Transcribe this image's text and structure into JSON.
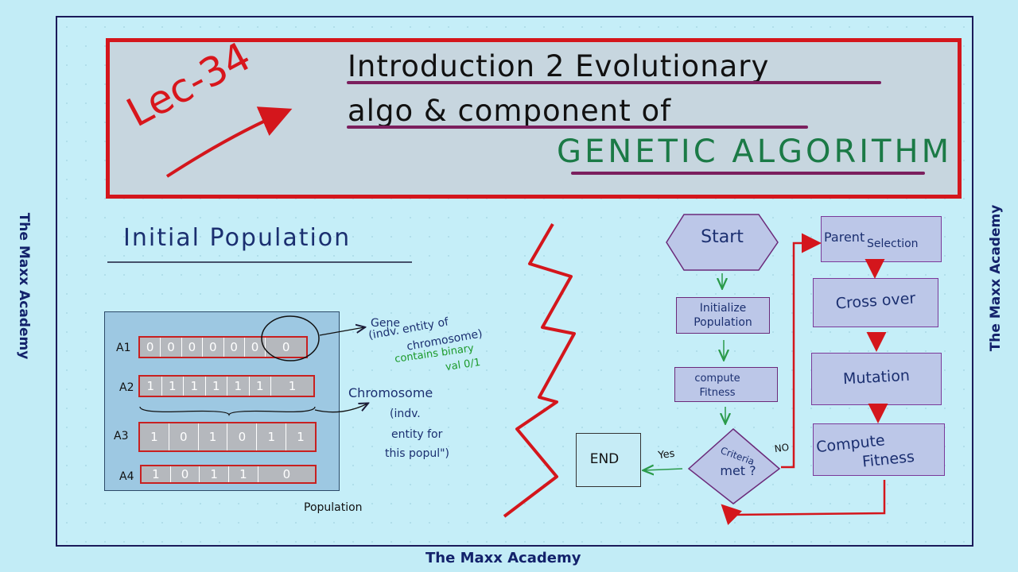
{
  "title": {
    "line1": "Introduction 2 Evolutionary",
    "line2": "algo & component of",
    "line3": "GENETIC ALGORITHM",
    "lecture": "Lec-34"
  },
  "watermark": "The Maxx Academy",
  "left": {
    "heading": "Initial Population",
    "rows": [
      {
        "label": "A1",
        "genes": [
          "0",
          "0",
          "0",
          "0",
          "0",
          "0",
          "0"
        ]
      },
      {
        "label": "A2",
        "genes": [
          "1",
          "1",
          "1",
          "1",
          "1",
          "1",
          "1"
        ]
      },
      {
        "label": "A3",
        "genes": [
          "1",
          "0",
          "1",
          "0",
          "1",
          "1"
        ]
      },
      {
        "label": "A4",
        "genes": [
          "1",
          "0",
          "1",
          "1",
          "0"
        ]
      }
    ],
    "gene_note": [
      "Gene",
      "(indv. entity of",
      "chromosome)"
    ],
    "gene_note_green": [
      "contains binary",
      "val 0/1"
    ],
    "chrom_note": [
      "Chromosome",
      "(indv.",
      "entity for",
      "this popul\")"
    ],
    "population_label": "Population"
  },
  "flow": {
    "start": "Start",
    "init": [
      "Initialize",
      "Population"
    ],
    "compute": [
      "compute",
      "Fitness"
    ],
    "criteria": [
      "Criteria",
      "met ?"
    ],
    "end": "END",
    "yes": "Yes",
    "no": "NO",
    "parent": [
      "Parent",
      "Selection"
    ],
    "crossover": "Cross over",
    "mutation": "Mutation",
    "compute2": [
      "Compute",
      "Fitness"
    ]
  },
  "colors": {
    "red": "#d4161c",
    "green": "#1b7a46",
    "purple": "#7b1f5e",
    "navy": "#1b2f70"
  }
}
